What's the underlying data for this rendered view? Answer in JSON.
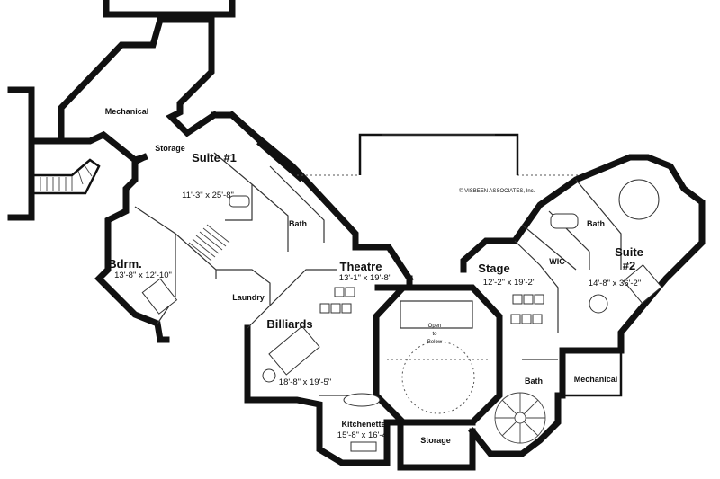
{
  "rooms": {
    "mechanical_top": {
      "label": "Mechanical"
    },
    "storage_top": {
      "label": "Storage"
    },
    "suite1": {
      "label": "Suite #1",
      "dims": "11'-3\" x 25'-8\""
    },
    "bath1": {
      "label": "Bath"
    },
    "bdrm": {
      "label": "Bdrm.",
      "dims": "13'-8\" x 12'-10\""
    },
    "laundry": {
      "label": "Laundry"
    },
    "theatre": {
      "label": "Theatre",
      "dims": "13'-1\" x 19'-8\""
    },
    "billiards": {
      "label": "Billiards",
      "dims": "18'-8\" x 19'-5\""
    },
    "open": {
      "line1": "Open",
      "line2": "to",
      "line3": "Below"
    },
    "stage": {
      "label": "Stage",
      "dims": "12'-2\" x 19'-2\""
    },
    "wic": {
      "label": "WIC"
    },
    "bath2": {
      "label": "Bath"
    },
    "suite2": {
      "label": "Suite",
      "label2": "#2",
      "dims": "14'-8\" x 36'-2\""
    },
    "mechanical_right": {
      "label": "Mechanical"
    },
    "bath3": {
      "label": "Bath"
    },
    "kitchenette": {
      "label": "Kitchenette",
      "dims": "15'-8\" x 16'-4\""
    },
    "storage_bottom": {
      "label": "Storage"
    }
  },
  "copyright": "© VISBEEN ASSOCIATES, Inc."
}
